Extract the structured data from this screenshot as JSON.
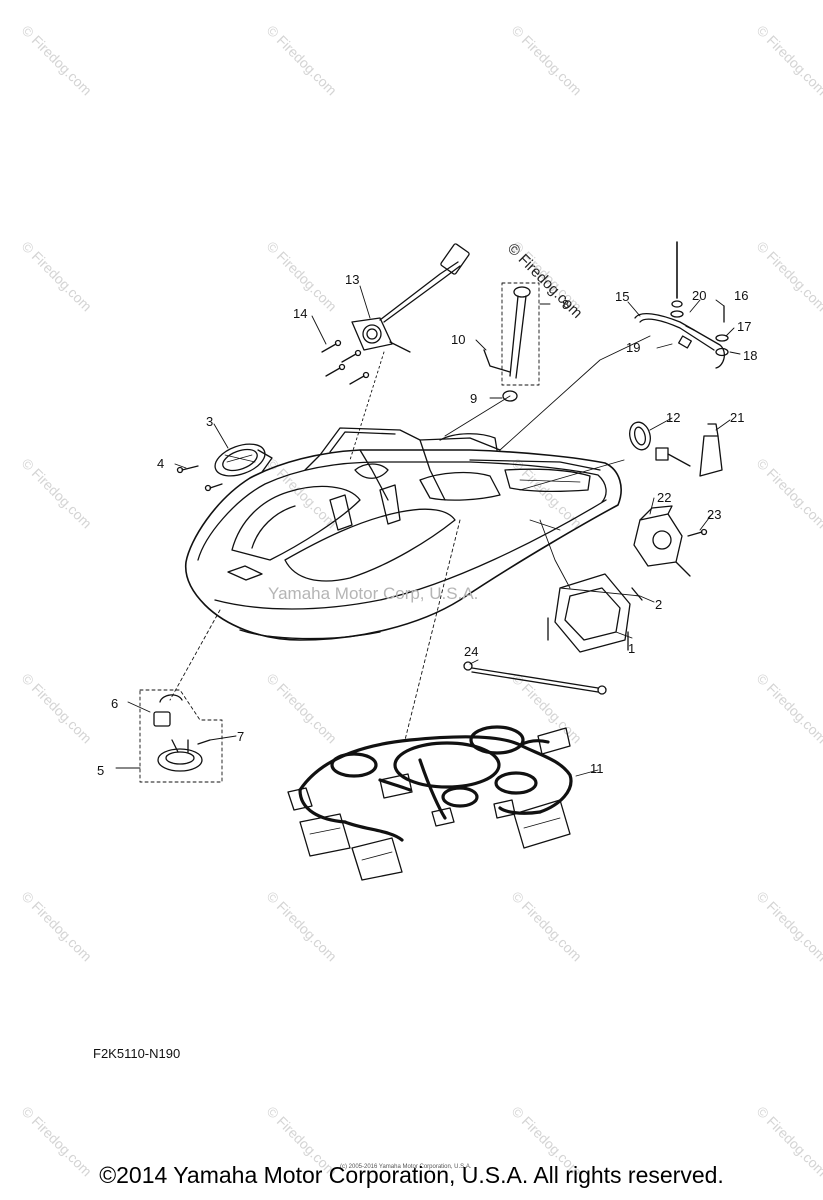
{
  "diagram": {
    "callouts": [
      {
        "id": "c1",
        "label": "1"
      },
      {
        "id": "c2",
        "label": "2"
      },
      {
        "id": "c3",
        "label": "3"
      },
      {
        "id": "c4",
        "label": "4"
      },
      {
        "id": "c5",
        "label": "5"
      },
      {
        "id": "c6",
        "label": "6"
      },
      {
        "id": "c7",
        "label": "7"
      },
      {
        "id": "c8",
        "label": "8"
      },
      {
        "id": "c9",
        "label": "9"
      },
      {
        "id": "c10",
        "label": "10"
      },
      {
        "id": "c11",
        "label": "11"
      },
      {
        "id": "c12",
        "label": "12"
      },
      {
        "id": "c13",
        "label": "13"
      },
      {
        "id": "c14",
        "label": "14"
      },
      {
        "id": "c15",
        "label": "15"
      },
      {
        "id": "c16",
        "label": "16"
      },
      {
        "id": "c17",
        "label": "17"
      },
      {
        "id": "c18",
        "label": "18"
      },
      {
        "id": "c19",
        "label": "19"
      },
      {
        "id": "c20",
        "label": "20"
      },
      {
        "id": "c21",
        "label": "21"
      },
      {
        "id": "c22",
        "label": "22"
      },
      {
        "id": "c23",
        "label": "23"
      },
      {
        "id": "c24",
        "label": "24"
      }
    ],
    "diagram_code": "F2K5110-N190",
    "center_watermark": "Yamaha Motor Corp, U.S.A.",
    "firedog_mark": "© Firedog.com",
    "watermark_text": "© Firedog.com",
    "tiny_copyright": "(c) 2005-2016 Yamaha Motor Corporation, U.S.A.",
    "copyright": "©2014 Yamaha Motor Corporation, U.S.A. All rights reserved."
  }
}
